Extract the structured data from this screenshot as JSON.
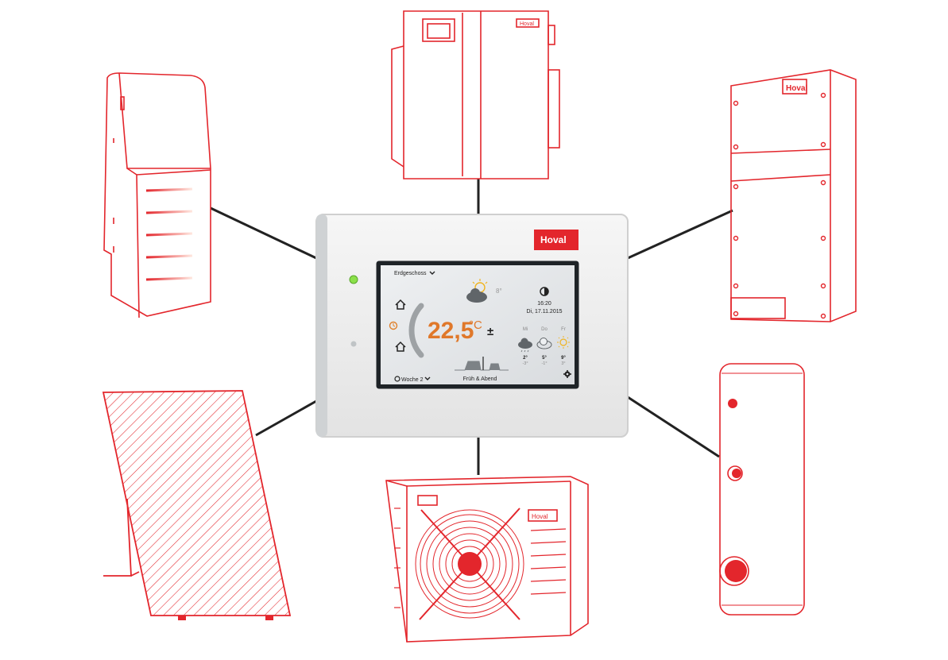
{
  "brand": {
    "name": "Hoval",
    "color": "#e3262c",
    "line_color": "#e3262c",
    "connector_color": "#222222"
  },
  "controller": {
    "zone": "Erdgeschoss",
    "zone_chevron_icon": "chevron-down-icon",
    "outdoor_temp": "8°",
    "set_temp_main": "22,5",
    "set_temp_unit": "°C",
    "plus_minus": "±",
    "time": "16:20",
    "date": "Di, 17.11.2015",
    "schedule_label": "Woche 2",
    "program_label": "Früh & Abend",
    "led_status": "on",
    "forecast": [
      {
        "day": "Mi",
        "icon": "cloud-rain-icon",
        "high": "2°",
        "low": "-3°"
      },
      {
        "day": "Do",
        "icon": "cloud-icon",
        "high": "5°",
        "low": "-1°"
      },
      {
        "day": "Fr",
        "icon": "sun-icon",
        "high": "9°",
        "low": "3°"
      }
    ]
  },
  "devices": [
    {
      "name": "boiler",
      "brand_label": ""
    },
    {
      "name": "ventilation-unit",
      "brand_label": "Hoval"
    },
    {
      "name": "wall-unit",
      "brand_label": "Hoval"
    },
    {
      "name": "solar-collector",
      "brand_label": ""
    },
    {
      "name": "heat-pump",
      "brand_label": "Hoval"
    },
    {
      "name": "hot-water-tank",
      "brand_label": ""
    }
  ]
}
